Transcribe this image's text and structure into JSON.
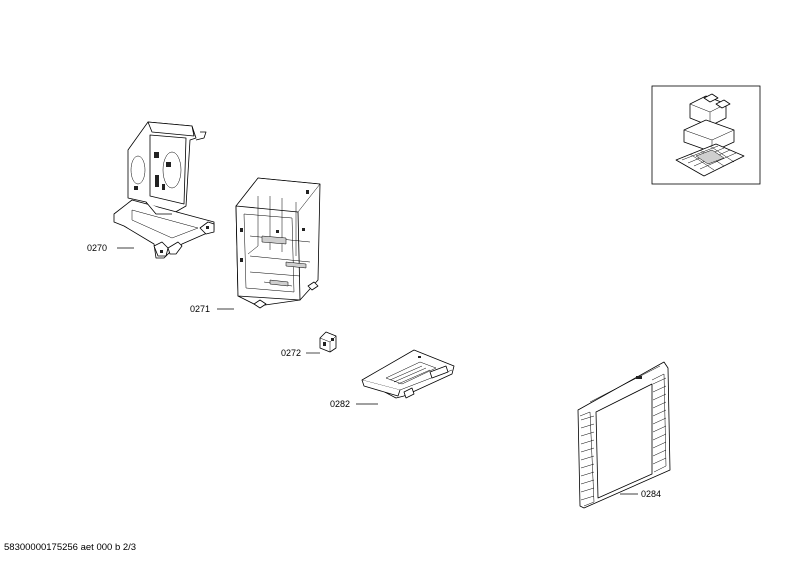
{
  "document_id": "58300000175256 aet 000 b 2/3",
  "parts": [
    {
      "id": "p0270",
      "label": "0270"
    },
    {
      "id": "p0271",
      "label": "0271"
    },
    {
      "id": "p0272",
      "label": "0272"
    },
    {
      "id": "p0282",
      "label": "0282"
    },
    {
      "id": "p0284",
      "label": "0284"
    }
  ]
}
